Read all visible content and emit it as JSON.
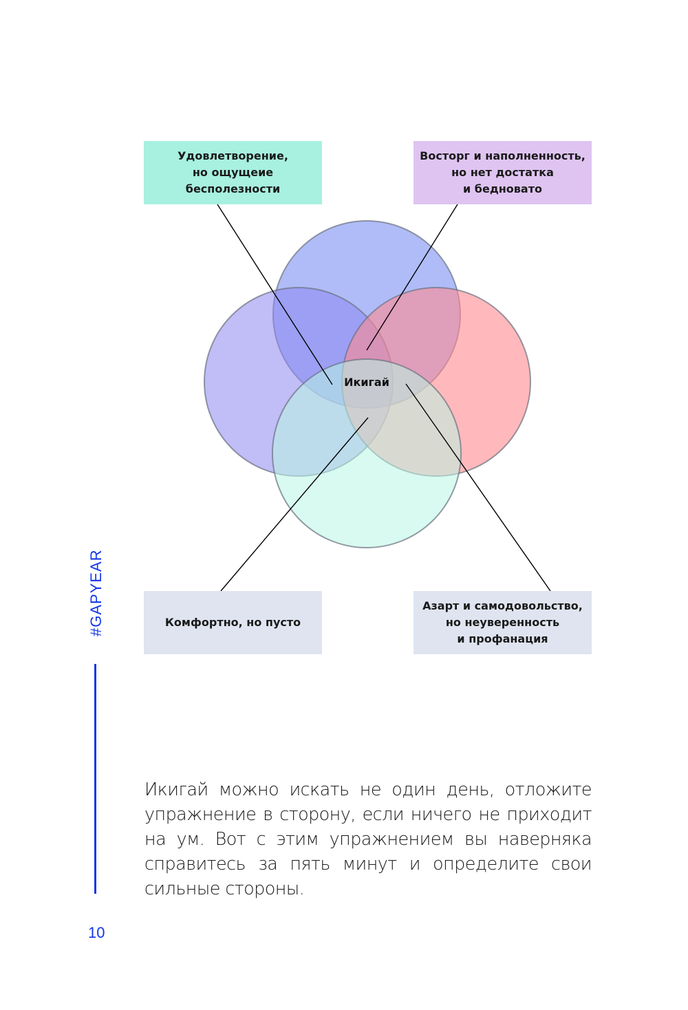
{
  "diagram": {
    "center_label": "Икигай",
    "circles": [
      {
        "name": "top",
        "color": "#6f85f0"
      },
      {
        "name": "left",
        "color": "#8c86f0"
      },
      {
        "name": "right",
        "color": "#ff8a90"
      },
      {
        "name": "bottom",
        "color": "#b8f5e4"
      }
    ],
    "callouts": [
      {
        "id": "top-left",
        "text": "Удовлетворение,\nно ощущеие\nбесполезности",
        "color": "#a8f0e0"
      },
      {
        "id": "top-right",
        "text": "Восторг и наполненность,\nно нет достатка\nи бедновато",
        "color": "#dfc4f2"
      },
      {
        "id": "bottom-left",
        "text": "Комфортно, но пусто",
        "color": "#dfe4f0"
      },
      {
        "id": "bottom-right",
        "text": "Азарт и самодовольство,\nно неуверенность\nи профанация",
        "color": "#dfe4f0"
      }
    ]
  },
  "sidebar": {
    "tag": "#GAPYEAR",
    "accent_color": "#1536e8"
  },
  "body_text": "Икигай можно искать не один день, отложите упражнение в сторону, если ничего не приходит на ум. Вот с этим упражнением вы наверняка справитесь за пять минут и определите свои сильные стороны.",
  "page_number": "10"
}
